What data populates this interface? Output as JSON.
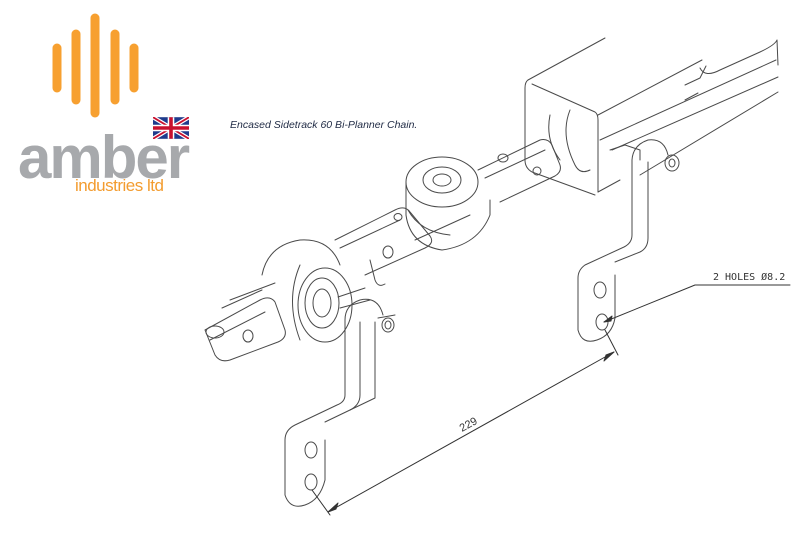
{
  "logo": {
    "brand": "amber",
    "subtitle": "industries ltd",
    "bars_color": "#f7a030",
    "text_color": "#a7a9ac",
    "subtitle_color": "#f39c2f",
    "flag": "uk-flag-icon"
  },
  "caption": "Encased Sidetrack 60 Bi-Planner Chain.",
  "drawing": {
    "annotations": {
      "holes_note": "2 HOLES Ø8.2",
      "dimension": "229"
    },
    "line_color": "#4a4a4a"
  }
}
